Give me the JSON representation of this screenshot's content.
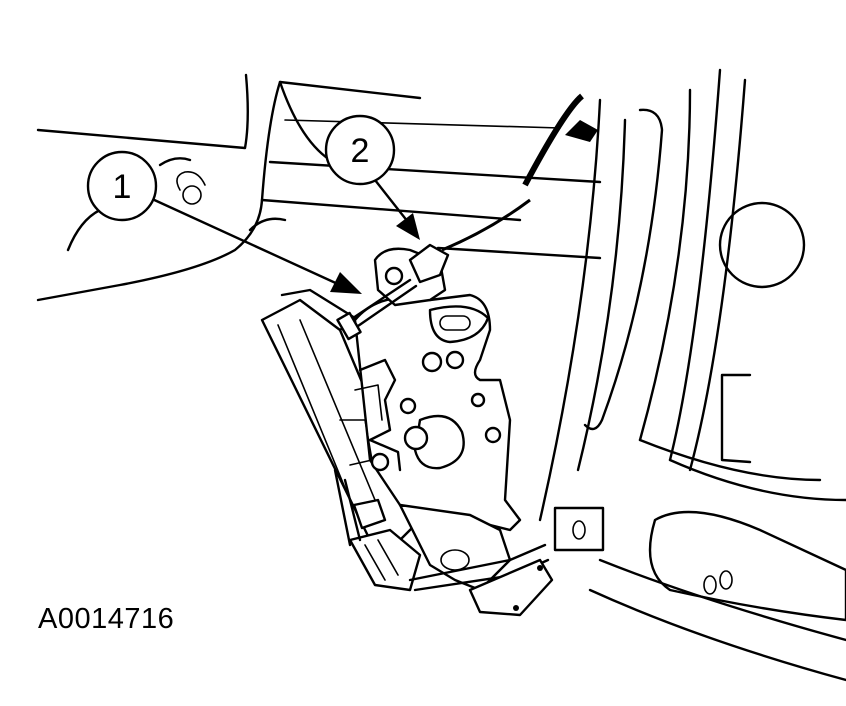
{
  "figure": {
    "callouts": [
      {
        "id": "1",
        "label": "1"
      },
      {
        "id": "2",
        "label": "2"
      }
    ],
    "reference_code": "A0014716"
  }
}
